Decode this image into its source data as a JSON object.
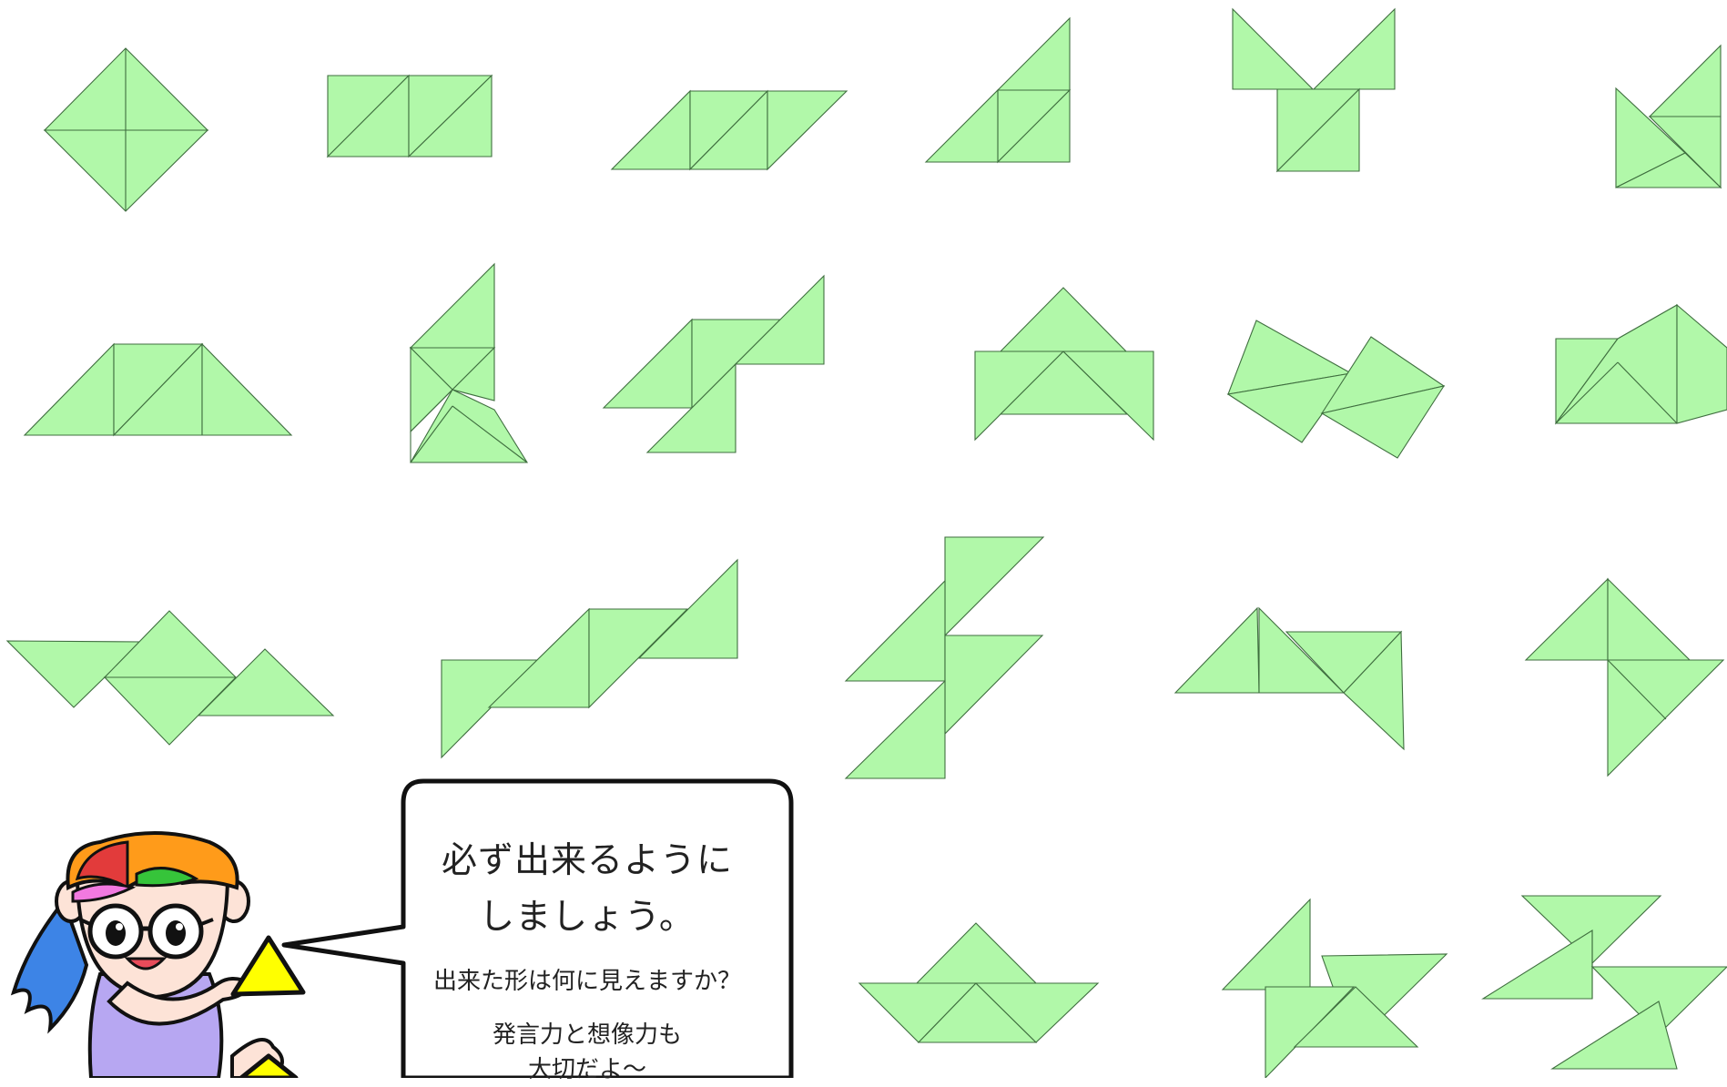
{
  "page": {
    "background": "#ffffff"
  },
  "colors": {
    "piece_fill": "#b1f8a9",
    "piece_stroke": "#3f6e3f",
    "triangle_yellow": "#ffff00"
  },
  "speech_bubble": {
    "main_line1": "必ず出来るように",
    "main_line2": "しましょう。",
    "question": "出来た形は何に見えますか？",
    "hint_line1": "発言力と想像力も",
    "hint_line2": "大切だよ〜"
  },
  "character": {
    "name": "girl-teacher",
    "holding": "yellow-triangles"
  }
}
